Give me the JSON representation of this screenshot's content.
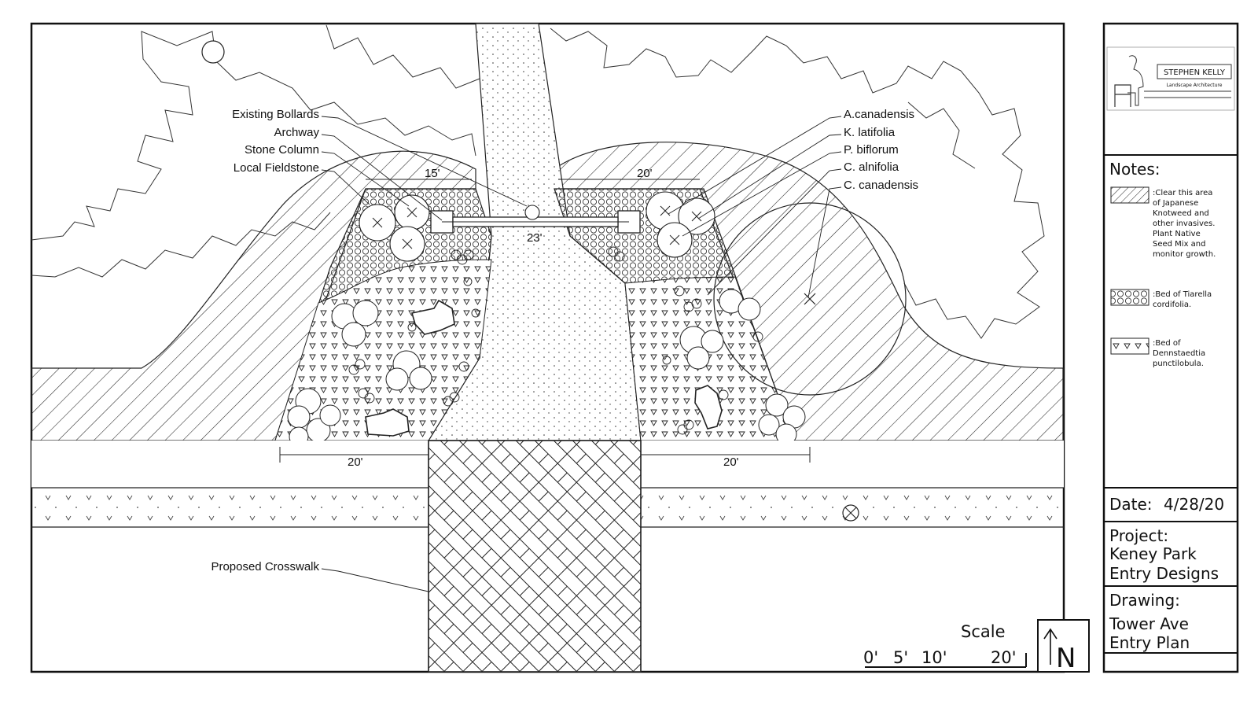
{
  "plan": {
    "callouts_left": [
      "Existing Bollards",
      "Archway",
      "Stone Column",
      "Local Fieldstone"
    ],
    "callouts_right": [
      "A.canadensis",
      "K. latifolia",
      "P. biflorum",
      "C. alnifolia",
      "C. canadensis"
    ],
    "crosswalk_label": "Proposed Crosswalk",
    "dimensions": {
      "top_left": "15'",
      "top_right": "20'",
      "archway": "23'",
      "bottom_left": "20'",
      "bottom_right": "20'"
    }
  },
  "scale_bar": {
    "title": "Scale",
    "ticks": [
      "0'",
      "5'",
      "10'",
      "20'"
    ]
  },
  "north_arrow": {
    "letter": "N"
  },
  "logo": {
    "name": "STEPHEN KELLY",
    "subtitle": "Landscape Architecture"
  },
  "notes": {
    "heading": "Notes:",
    "items": [
      {
        "pattern": "hatch",
        "lines": [
          ":Clear this area",
          "of Japanese",
          "Knotweed and",
          "other invasives.",
          "Plant Native",
          "Seed Mix and",
          "monitor growth."
        ]
      },
      {
        "pattern": "hex",
        "lines": [
          ":Bed of Tiarella",
          "cordifolia."
        ]
      },
      {
        "pattern": "triangles",
        "lines": [
          ":Bed of",
          "Dennstaedtia",
          "punctilobula."
        ]
      }
    ]
  },
  "date": {
    "label": "Date:",
    "value": "4/28/20"
  },
  "project": {
    "label": "Project:",
    "lines": [
      "Keney Park",
      "Entry Designs"
    ]
  },
  "drawing": {
    "label": "Drawing:",
    "lines": [
      "Tower Ave",
      "Entry Plan"
    ]
  }
}
